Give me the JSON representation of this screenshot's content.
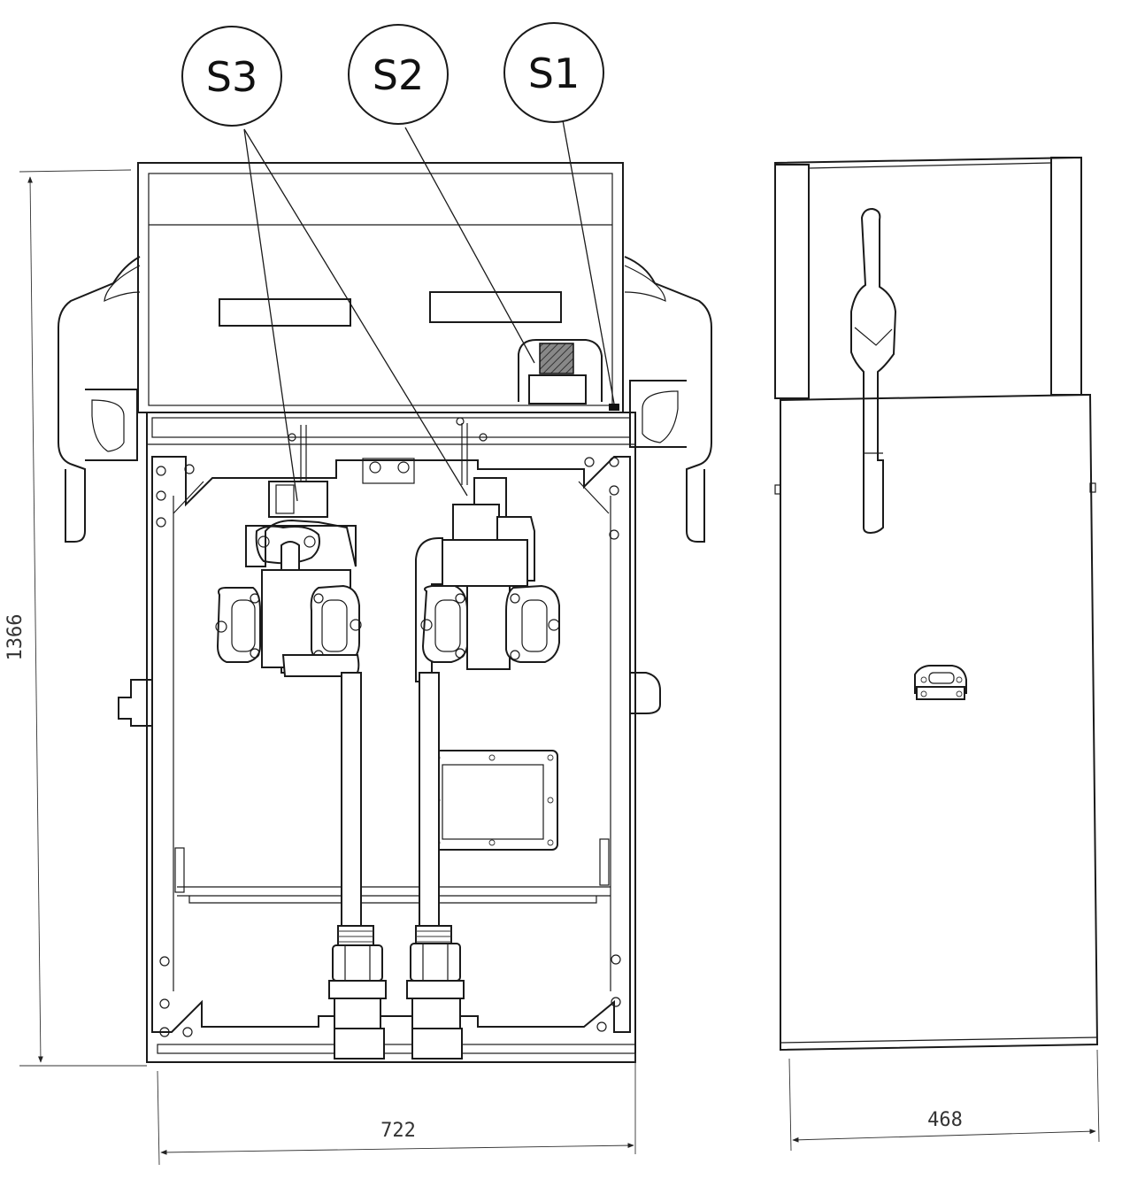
{
  "callouts": [
    {
      "id": "s3",
      "label": "S3"
    },
    {
      "id": "s2",
      "label": "S2"
    },
    {
      "id": "s1",
      "label": "S1"
    }
  ],
  "dimensions": {
    "height": "1366",
    "front_width": "722",
    "side_width": "468"
  }
}
